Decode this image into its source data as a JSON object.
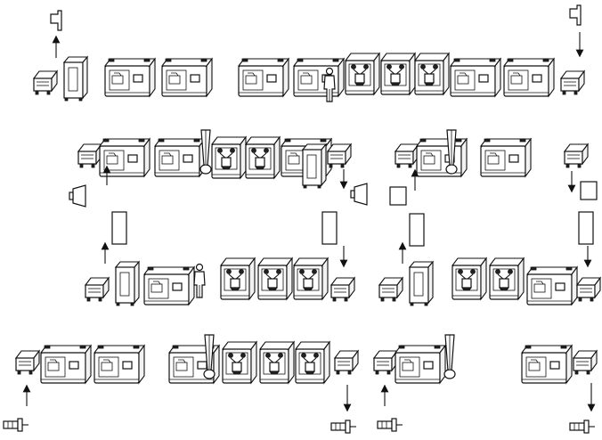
{
  "figure": {
    "type": "line-drawing",
    "description_labels": [],
    "colors": {
      "ink": "#111111",
      "paper": "#ffffff"
    }
  },
  "rows": [
    {
      "id": "row-1",
      "modules": [
        "conveyor",
        "loader",
        "mill",
        "mill",
        "gap",
        "mill",
        "mill",
        "press",
        "press",
        "press",
        "mill",
        "mill",
        "conveyor"
      ],
      "operator": true,
      "flow": [
        "up-left",
        "down-right"
      ]
    },
    {
      "id": "row-2a",
      "modules": [
        "conveyor",
        "mill",
        "mill",
        "operator-gantry",
        "press",
        "press",
        "mill",
        "conveyor"
      ],
      "operator": false,
      "flow": [
        "left-out",
        "right-in"
      ]
    },
    {
      "id": "row-2b",
      "modules": [
        "conveyor",
        "mill",
        "operator-gantry",
        "mill",
        "conveyor"
      ],
      "operator": false,
      "flow": [
        "left-out",
        "right-in"
      ]
    },
    {
      "id": "row-3a",
      "modules": [
        "conveyor",
        "loader",
        "mill",
        "press",
        "press",
        "press",
        "conveyor"
      ],
      "operator": true,
      "flow": [
        "up",
        "down"
      ]
    },
    {
      "id": "row-3b",
      "modules": [
        "conveyor",
        "loader",
        "press",
        "press",
        "mill",
        "conveyor"
      ],
      "operator": false,
      "flow": [
        "up",
        "down"
      ]
    },
    {
      "id": "row-4a",
      "modules": [
        "conveyor",
        "mill",
        "mill",
        "operator-gantry",
        "press",
        "press",
        "press",
        "conveyor"
      ],
      "operator": false,
      "flow": [
        "up",
        "down"
      ]
    },
    {
      "id": "row-4b",
      "modules": [
        "conveyor",
        "mill",
        "operator-gantry",
        "mill",
        "conveyor"
      ],
      "operator": false,
      "flow": [
        "up",
        "down"
      ]
    }
  ]
}
